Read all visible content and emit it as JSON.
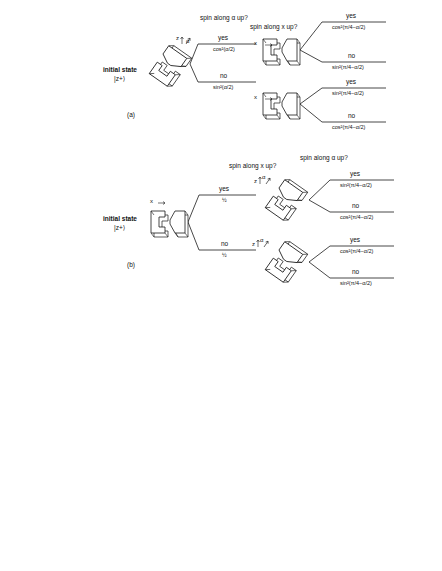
{
  "diagram": {
    "labels": [
      "spin along α up?",
      "spin along x up?",
      "initial state",
      "|z+⟩",
      "z",
      "α",
      "yes",
      "cos²(α/2)",
      "no",
      "sin²(α/2)",
      "x",
      "yes",
      "cos²(π/4−α/2)",
      "no",
      "sin²(π/4−α/2)",
      "x",
      "yes",
      "sin²(π/4−α/2)",
      "no",
      "cos²(π/4−α/2)",
      "(a)",
      "spin along x up?",
      "spin along α up?",
      "initial state",
      "|z+⟩",
      "x",
      "yes",
      "½",
      "no",
      "½",
      "z",
      "α",
      "yes",
      "sin²(π/4−α/2)",
      "no",
      "cos²(π/4−α/2)",
      "z",
      "α",
      "yes",
      "cos²(π/4−α/2)",
      "no",
      "sin²(π/4−α/2)",
      "(b)"
    ]
  }
}
